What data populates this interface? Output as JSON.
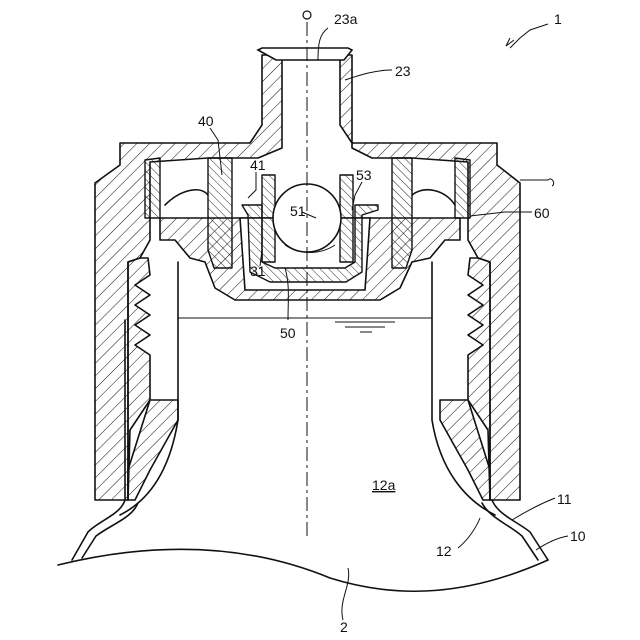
{
  "figure": {
    "labels": {
      "assembly": "1",
      "container": "2",
      "bottle_body": "10",
      "outer_wall": "11",
      "inner_wall": "12",
      "interior_space": "12a",
      "cap": "23",
      "spout": "23a",
      "valve_seat": "31",
      "holder": "40",
      "holder_flange": "41",
      "valve": "50",
      "ball": "51",
      "ball_cage": "53",
      "ring": "60"
    }
  }
}
